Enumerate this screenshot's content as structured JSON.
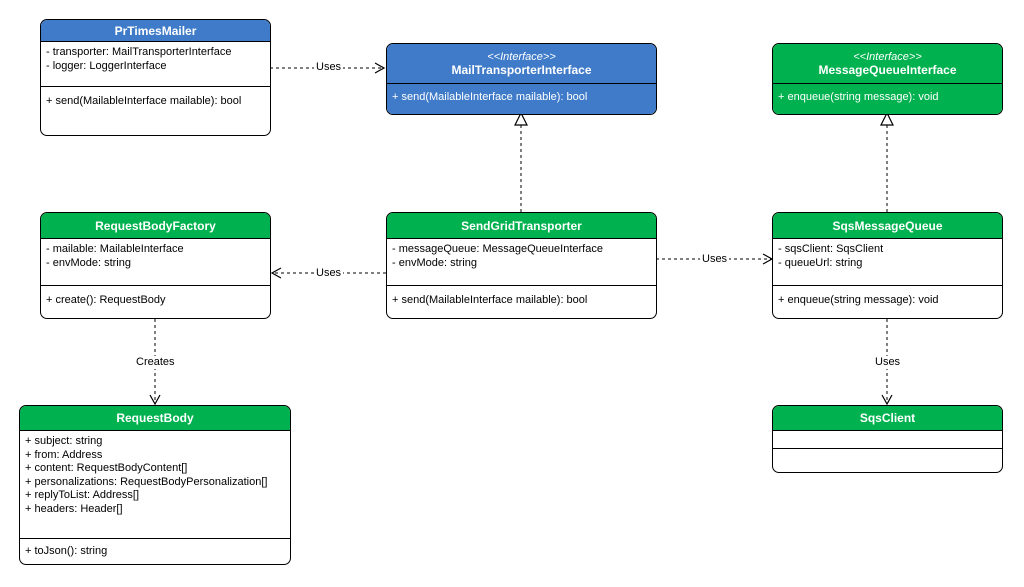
{
  "classes": {
    "prtimesmailer": {
      "name": "PrTimesMailer",
      "attributes": [
        "- transporter: MailTransporterInterface",
        "- logger: LoggerInterface"
      ],
      "operations": [
        "+ send(MailableInterface mailable): bool"
      ]
    },
    "mailtransporterinterface": {
      "stereotype": "<<Interface>>",
      "name": "MailTransporterInterface",
      "operations": [
        "+ send(MailableInterface mailable): bool"
      ]
    },
    "messagequeueinterface": {
      "stereotype": "<<Interface>>",
      "name": "MessageQueueInterface",
      "operations": [
        "+ enqueue(string message): void"
      ]
    },
    "requestbodyfactory": {
      "name": "RequestBodyFactory",
      "attributes": [
        "- mailable: MailableInterface",
        "- envMode: string"
      ],
      "operations": [
        "+ create(): RequestBody"
      ]
    },
    "sendgridtransporter": {
      "name": "SendGridTransporter",
      "attributes": [
        "- messageQueue: MessageQueueInterface",
        "- envMode: string"
      ],
      "operations": [
        "+ send(MailableInterface mailable): bool"
      ]
    },
    "sqsmessagequeue": {
      "name": "SqsMessageQueue",
      "attributes": [
        "- sqsClient: SqsClient",
        "- queueUrl: string"
      ],
      "operations": [
        "+ enqueue(string message): void"
      ]
    },
    "requestbody": {
      "name": "RequestBody",
      "attributes": [
        "+ subject: string",
        "+ from: Address",
        "+ content: RequestBodyContent[]",
        "+ personalizations: RequestBodyPersonalization[]",
        "+ replyToList: Address[]",
        "+ headers: Header[]"
      ],
      "operations": [
        "+ toJson(): string"
      ]
    },
    "sqsclient": {
      "name": "SqsClient"
    }
  },
  "relations": {
    "uses_label": "Uses",
    "creates_label": "Creates"
  },
  "colors": {
    "green": "#00b24f",
    "blue": "#3f7bc9"
  }
}
